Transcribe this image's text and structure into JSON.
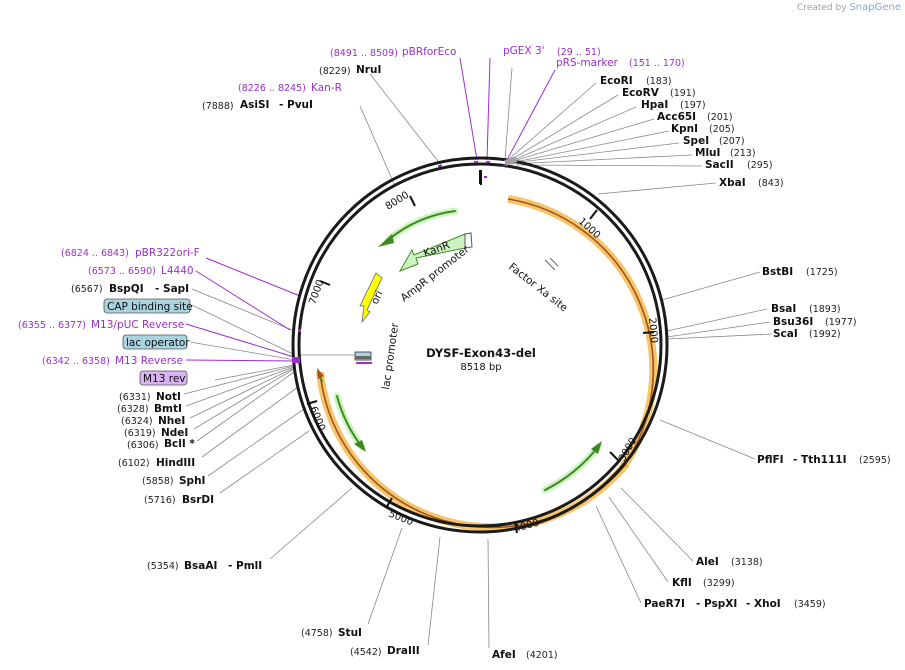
{
  "credit": {
    "created_by": "Created by",
    "app": "SnapGene"
  },
  "plasmid": {
    "name": "DYSF-Exon43-del",
    "size": "8518 bp"
  },
  "ticks": [
    "1000",
    "2000",
    "3000",
    "4000",
    "5000",
    "6000",
    "7000",
    "8000"
  ],
  "features": {
    "kanr": "KanR",
    "ampr_promoter": "AmpR promoter",
    "ori": "ori",
    "lac_promoter": "lac promoter",
    "factor_xa": "Factor Xa site"
  },
  "left_labels": {
    "pbrforeco_range": "(8491 .. 8509)",
    "pbrforeco": "pBRforEco",
    "nrui_pos": "(8229)",
    "nrui": "NruI",
    "kanr_range": "(8226 .. 8245)",
    "kanr": "Kan-R",
    "asisi_pos": "(7888)",
    "asisi": "AsiSI",
    "pvui": "- PvuI",
    "pbr322_range": "(6824 .. 6843)",
    "pbr322": "pBR322ori-F",
    "l4440_range": "(6573 .. 6590)",
    "l4440": "L4440",
    "bspqi_pos": "(6567)",
    "bspqi": "BspQI",
    "sapi": "- SapI",
    "cap": "CAP binding site",
    "m13puc_range": "(6355 .. 6377)",
    "m13puc": "M13/pUC Reverse",
    "lacop": "lac operator",
    "m13rev_range": "(6342 .. 6358)",
    "m13rev": "M13 Reverse",
    "m13revbox": "M13 rev",
    "noti_pos": "(6331)",
    "noti": "NotI",
    "bmti_pos": "(6328)",
    "bmti": "BmtI",
    "nhei_pos": "(6324)",
    "nhei": "NheI",
    "ndei_pos": "(6319)",
    "ndei": "NdeI",
    "bcli_pos": "(6306)",
    "bcli": "BclI *",
    "hindiii_pos": "(6102)",
    "hindiii": "HindIII",
    "sphi_pos": "(5858)",
    "sphi": "SphI",
    "bsrdi_pos": "(5716)",
    "bsrdi": "BsrDI",
    "bsaai_pos": "(5354)",
    "bsaai": "BsaAI",
    "pmli": "- PmlI",
    "stui_pos": "(4758)",
    "stui": "StuI",
    "draiii_pos": "(4542)",
    "draiii": "DraIII",
    "afei": "AfeI",
    "afei_pos": "(4201)"
  },
  "right_labels": {
    "pgex": "pGEX 3'",
    "prs_range": "(29 .. 51)",
    "prs": "pRS-marker",
    "prs_range2": "(151 .. 170)",
    "ecori": "EcoRI",
    "ecori_pos": "(183)",
    "ecorv": "EcoRV",
    "ecorv_pos": "(191)",
    "hpai": "HpaI",
    "hpai_pos": "(197)",
    "acc65i": "Acc65I",
    "acc65i_pos": "(201)",
    "kpni": "KpnI",
    "kpni_pos": "(205)",
    "spei": "SpeI",
    "spei_pos": "(207)",
    "mlui": "MluI",
    "mlui_pos": "(213)",
    "sacii": "SacII",
    "sacii_pos": "(295)",
    "xbai": "XbaI",
    "xbai_pos": "(843)",
    "bstbi": "BstBI",
    "bstbi_pos": "(1725)",
    "bsai": "BsaI",
    "bsai_pos": "(1893)",
    "bsu36i": "Bsu36I",
    "bsu36i_pos": "(1977)",
    "scai": "ScaI",
    "scai_pos": "(1992)",
    "pflfi": "PflFI",
    "tth111i": "- Tth111I",
    "pflfi_pos": "(2595)",
    "alei": "AleI",
    "alei_pos": "(3138)",
    "kfli": "KflI",
    "kfli_pos": "(3299)",
    "paer7i": "PaeR7I",
    "pspxi": "- PspXI",
    "xhoi": "- XhoI",
    "paer7i_pos": "(3459)"
  },
  "colors": {
    "backbone": "#1a1a1a",
    "orange_band": "#f5b547",
    "green": "#3f8a1f",
    "green_fill": "#cdf3c2",
    "ori_yellow": "#ffff00",
    "primer": "#9b2fc7",
    "cap_box": "#a9d3de",
    "m13_box": "#d9b3f2"
  }
}
